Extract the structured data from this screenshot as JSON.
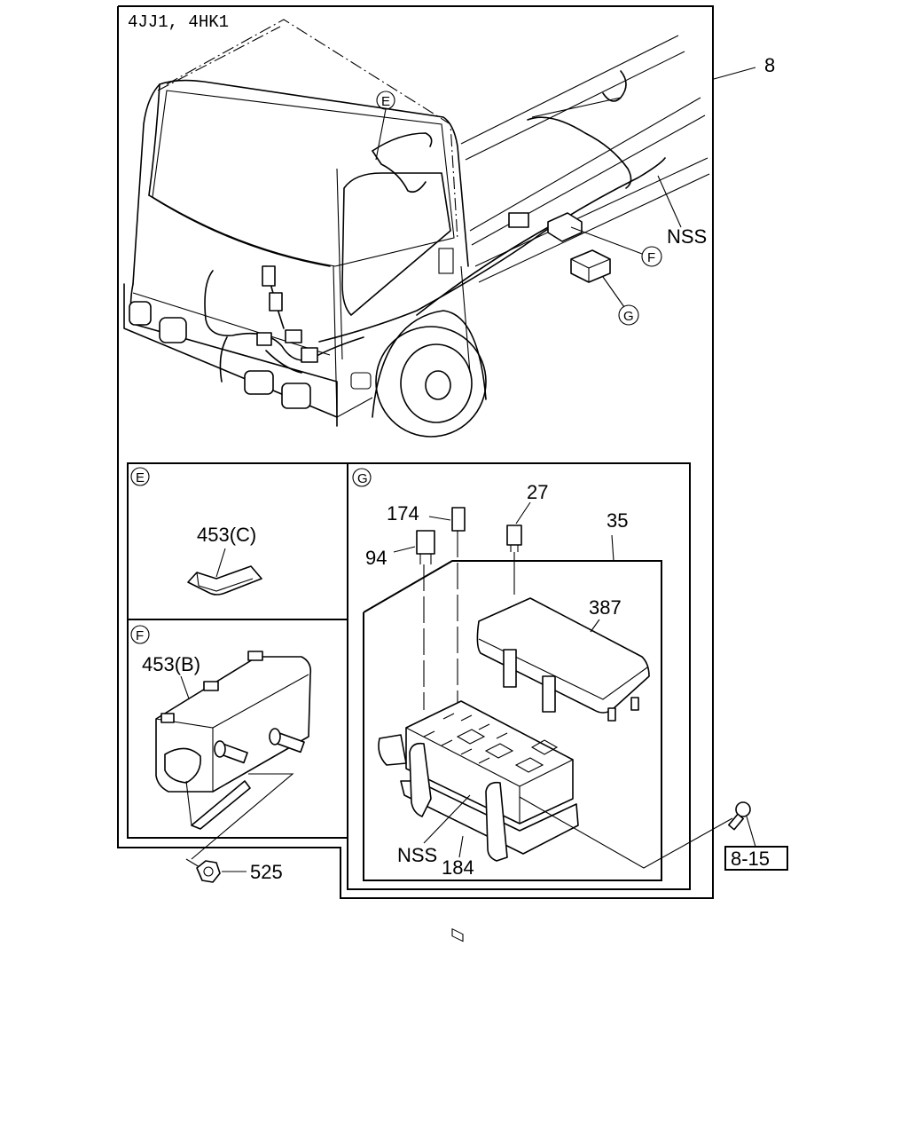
{
  "header": {
    "engine_label": "4JJ1, 4HK1"
  },
  "callouts": {
    "assembly_ref": "8",
    "nss_main": "NSS",
    "detail_e": "E",
    "detail_f": "F",
    "detail_g": "G"
  },
  "panel_e": {
    "letter": "E",
    "part": "453(C)"
  },
  "panel_f": {
    "letter": "F",
    "part": "453(B)"
  },
  "panel_g": {
    "letter": "G",
    "parts": {
      "relay_small": "174",
      "fuse": "27",
      "relay": "94",
      "fuse_box_assy": "35",
      "cover": "387",
      "nss": "NSS",
      "bracket": "184"
    }
  },
  "outside": {
    "nut": "525",
    "bolt_ref": "8-15"
  }
}
